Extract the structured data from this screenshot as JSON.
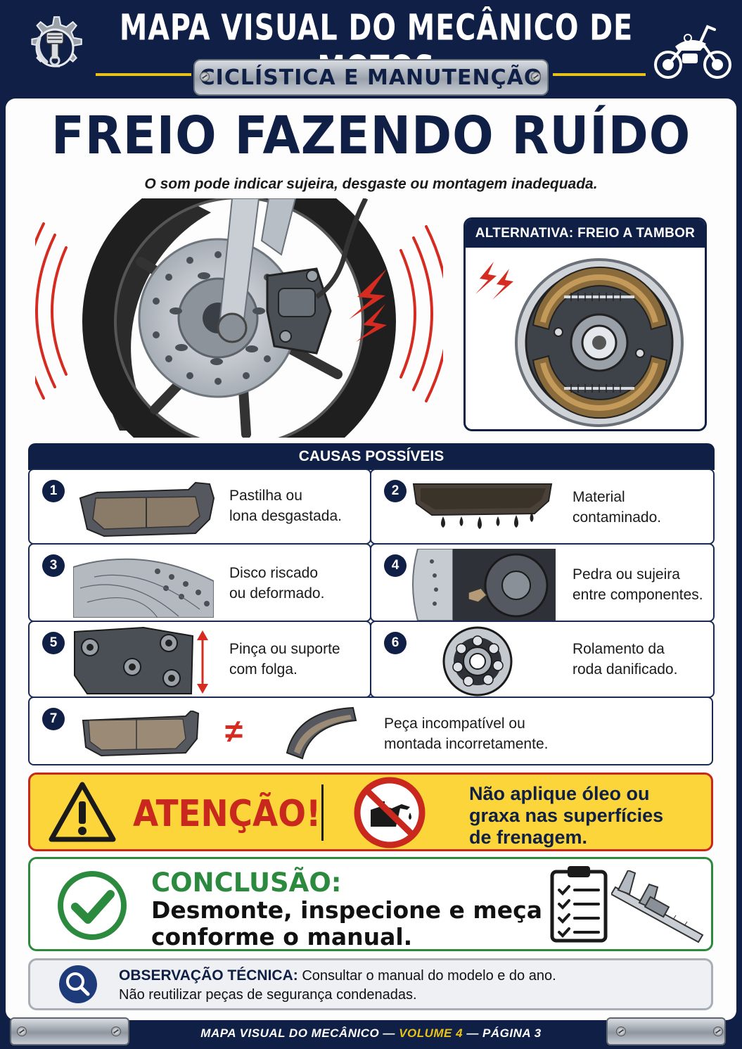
{
  "header": {
    "title": "MAPA VISUAL DO MECÂNICO DE MOTOS",
    "subtitle": "CICLÍSTICA E MANUTENÇÃO"
  },
  "main": {
    "title": "FREIO FAZENDO RUÍDO",
    "subtitle": "O som pode indicar sujeira, desgaste ou montagem inadequada."
  },
  "alternative": {
    "label": "ALTERNATIVA: FREIO A TAMBOR"
  },
  "causes": {
    "heading": "CAUSAS POSSÍVEIS",
    "items": [
      {
        "num": "1",
        "line1": "Pastilha ou",
        "line2": "lona desgastada."
      },
      {
        "num": "2",
        "line1": "Material",
        "line2": "contaminado."
      },
      {
        "num": "3",
        "line1": "Disco riscado",
        "line2": "ou deformado."
      },
      {
        "num": "4",
        "line1": "Pedra ou sujeira",
        "line2": "entre componentes."
      },
      {
        "num": "5",
        "line1": "Pinça ou suporte",
        "line2": "com folga."
      },
      {
        "num": "6",
        "line1": "Rolamento da",
        "line2": "roda danificado."
      },
      {
        "num": "7",
        "line1": "Peça incompatível ou",
        "line2": "montada incorretamente."
      }
    ],
    "not_equal": "≠"
  },
  "attention": {
    "word": "ATENÇÃO!",
    "line1": "Não aplique óleo ou",
    "line2": "graxa nas superfícies",
    "line3": "de frenagem."
  },
  "conclusion": {
    "title": "CONCLUSÃO:",
    "line1": "Desmonte, inspecione e meça",
    "line2": "conforme o manual."
  },
  "observation": {
    "label": "OBSERVAÇÃO TÉCNICA:",
    "line1": "Consultar o manual do modelo e do ano.",
    "line2": "Não reutilizar peças de segurança condenadas."
  },
  "footer": {
    "prefix": "MAPA VISUAL DO MECÂNICO —",
    "volume": "VOLUME 4",
    "suffix": "— PÁGINA 3"
  },
  "colors": {
    "navy": "#0f1f45",
    "accent_yellow": "#e8c21a",
    "alert_red": "#c8281e",
    "warning_yellow": "#fbd53a",
    "success_green": "#2c8a3e"
  },
  "icons": [
    "gear-piston-logo-icon",
    "motorcycle-icon",
    "warning-triangle-icon",
    "no-oil-icon",
    "checkmark-icon",
    "clipboard-icon",
    "caliper-gauge-icon",
    "magnifier-icon",
    "noise-lightning-icon"
  ]
}
